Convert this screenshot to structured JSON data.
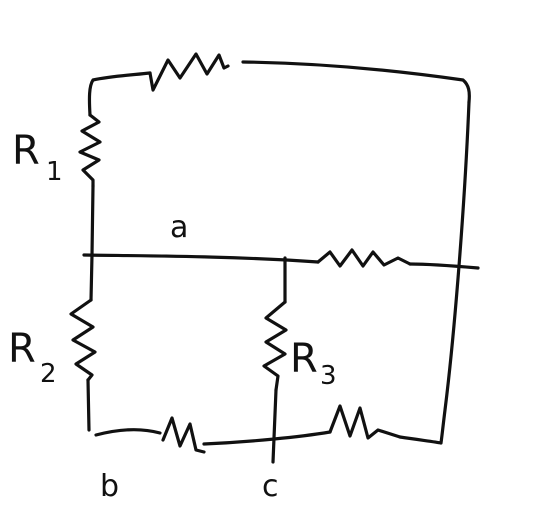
{
  "resistors": {
    "r1": {
      "letter": "R",
      "subscript": "1"
    },
    "r2": {
      "letter": "R",
      "subscript": "2"
    },
    "r3": {
      "letter": "R",
      "subscript": "3"
    }
  },
  "nodes": {
    "a": "a",
    "b": "b",
    "c": "c"
  },
  "colors": {
    "ink": "#111111",
    "background": "#ffffff"
  }
}
